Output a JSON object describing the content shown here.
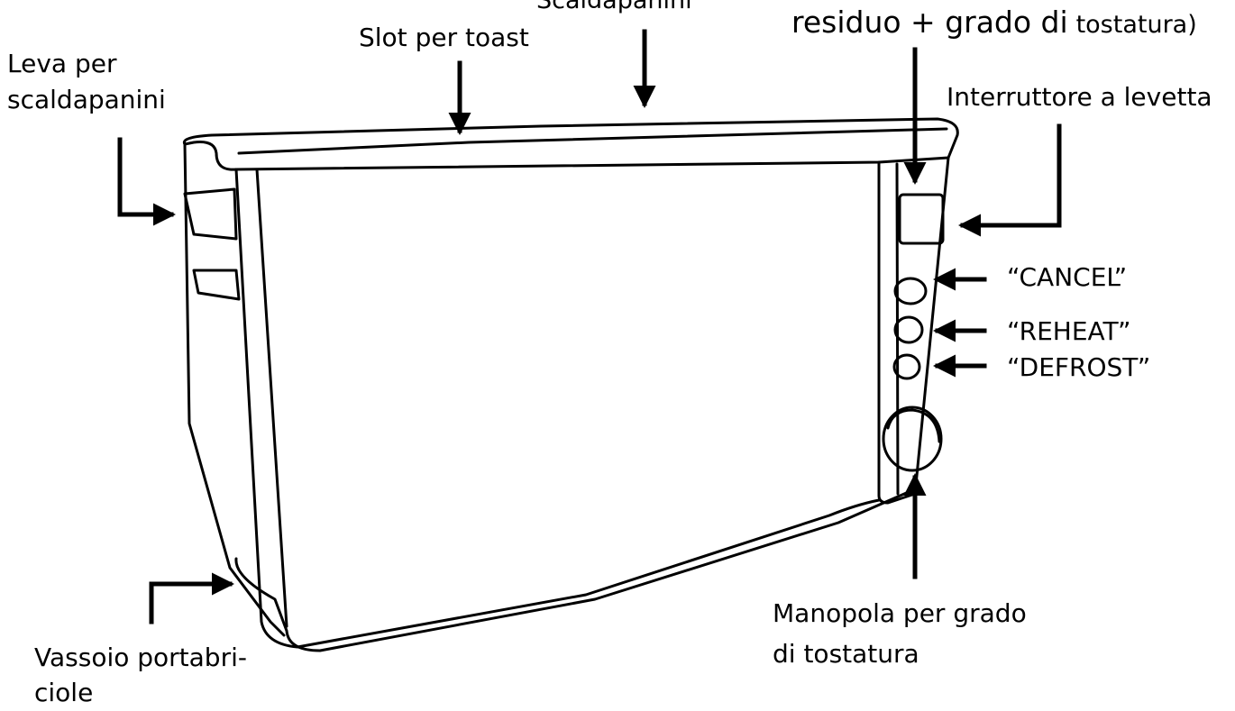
{
  "labels": {
    "scaldapanini": "Scaldapanini",
    "slot": "Slot per toast",
    "display_a": "residuo + grado di",
    "display_b": "tostatura)",
    "leva_1": "Leva per",
    "leva_2": "scaldapanini",
    "interruttore": "Interruttore a levetta",
    "cancel": "“CANCEL”",
    "reheat": "“REHEAT”",
    "defrost": "“DEFROST”",
    "manopola_1": "Manopola per grado",
    "manopola_2": "di tostatura",
    "vassoio_1": "Vassoio portabri-",
    "vassoio_2": "ciole"
  },
  "colors": {
    "line": "#000000",
    "background": "#ffffff"
  }
}
